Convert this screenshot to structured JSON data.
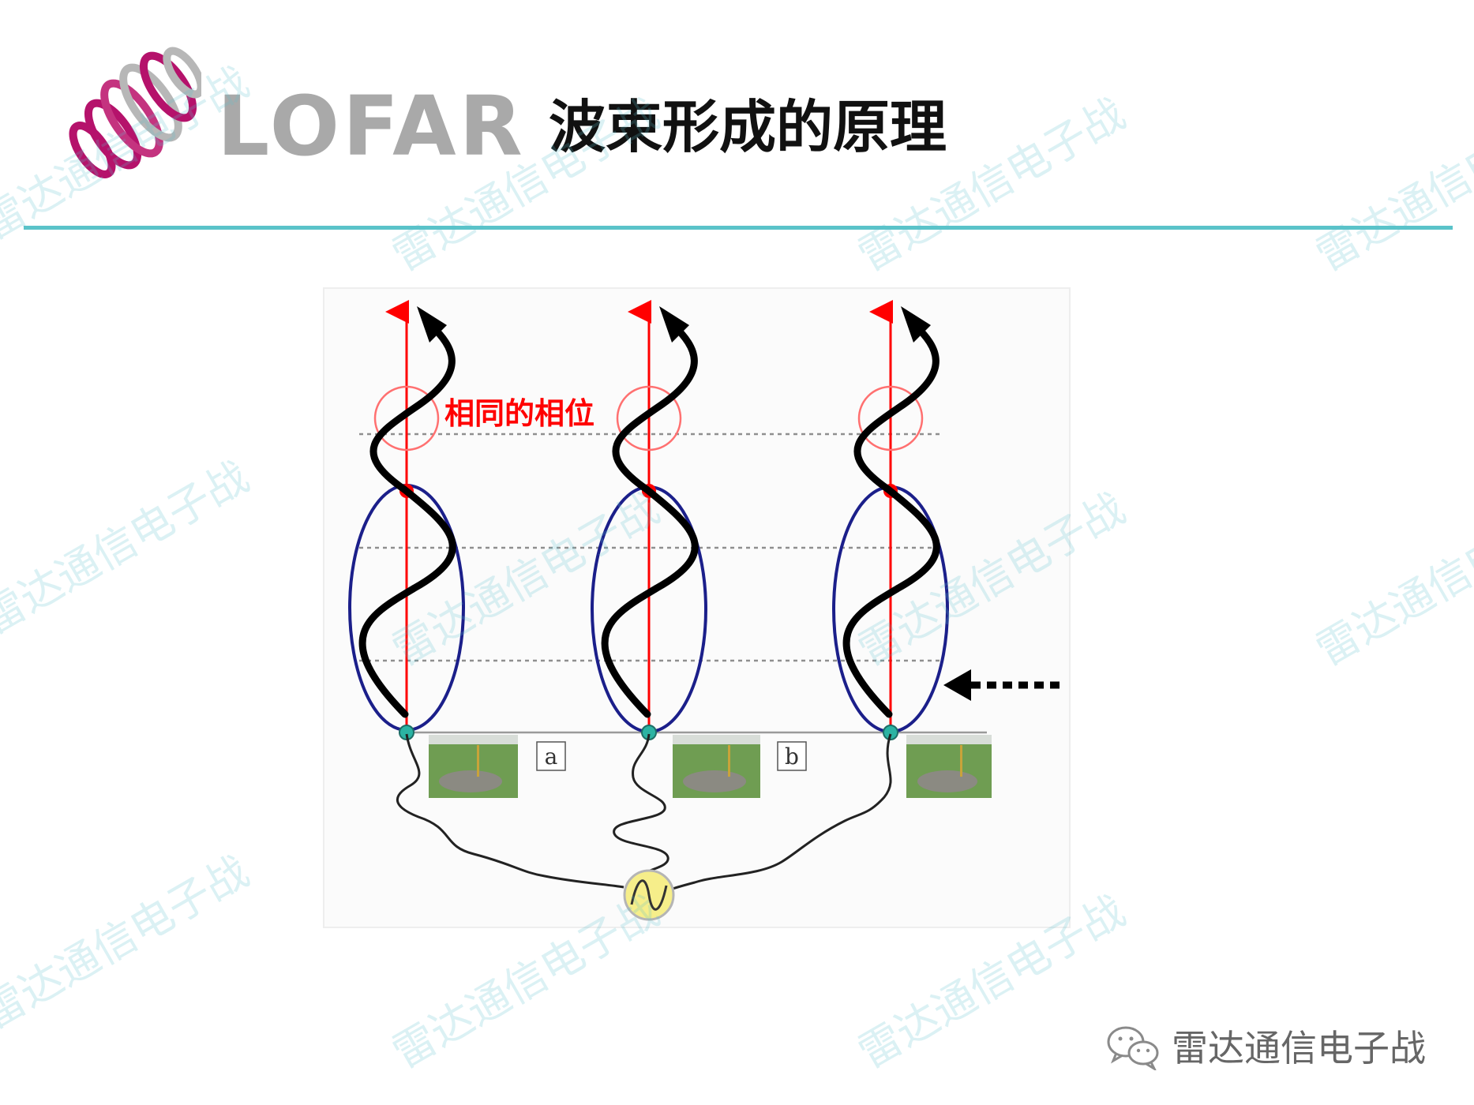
{
  "header": {
    "logo_text": "LOFAR",
    "title": "波束形成的原理"
  },
  "diagram": {
    "phase_label": "相同的相位",
    "tags": [
      "a",
      "b"
    ]
  },
  "footer": {
    "label": "雷达通信电子战"
  },
  "watermark": {
    "text": "雷达通信电子战"
  },
  "colors": {
    "divider": "#5ac3c9",
    "logo_gray": "#a9a9a9",
    "logo_magenta": "#b5126b",
    "signal_red": "#ff0000",
    "ellipse_blue": "#1b1f8a",
    "node_teal": "#2bb3a3",
    "source_yellow": "#f6ee8a"
  }
}
